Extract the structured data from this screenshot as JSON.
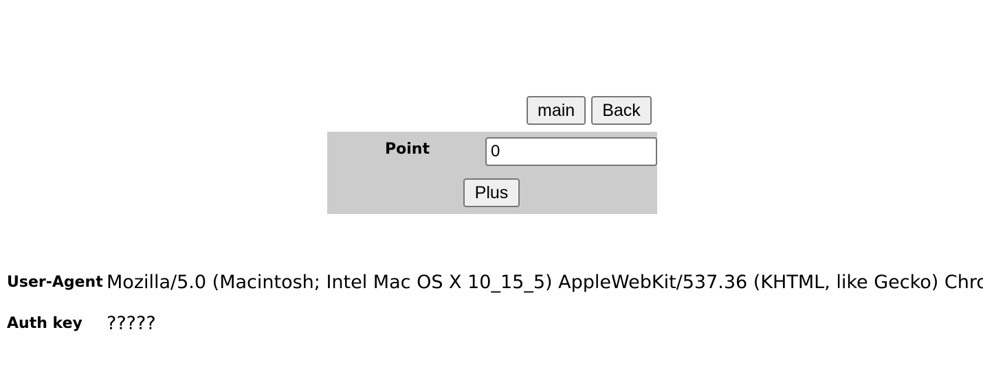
{
  "nav": {
    "main_label": "main",
    "back_label": "Back"
  },
  "form": {
    "point_label": "Point",
    "point_value": "0",
    "plus_label": "Plus"
  },
  "info": {
    "user_agent_label": "User-Agent",
    "user_agent_value": "Mozilla/5.0 (Macintosh; Intel Mac OS X 10_15_5) AppleWebKit/537.36 (KHTML, like Gecko) Chro",
    "auth_key_label": "Auth key",
    "auth_key_value": "?????"
  },
  "colors": {
    "panel_background": "#cccccc",
    "button_background": "#efefef",
    "border": "#767676"
  }
}
